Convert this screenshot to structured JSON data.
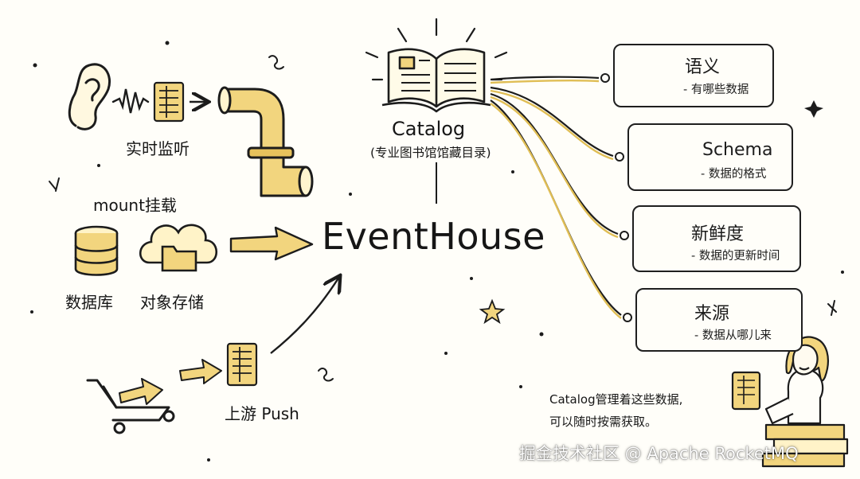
{
  "center": {
    "title": "EventHouse"
  },
  "catalog": {
    "title": "Catalog",
    "subtitle": "(专业图书馆馆藏目录)"
  },
  "sources": {
    "listen": "实时监听",
    "mount": "mount挂载",
    "database": "数据库",
    "object_storage": "对象存储",
    "push": "上游 Push"
  },
  "tags": [
    {
      "title": "语义",
      "desc": "- 有哪些数据",
      "icon": "book-magnifier-icon"
    },
    {
      "title": "Schema",
      "desc": "- 数据的格式",
      "icon": "table-schema-icon"
    },
    {
      "title": "新鲜度",
      "desc": "- 数据的更新时间",
      "icon": "clock-calendar-icon"
    },
    {
      "title": "来源",
      "desc": "- 数据从哪儿来",
      "icon": "faucet-arrow-icon"
    }
  ],
  "note": {
    "line1": "Catalog管理着这些数据,",
    "line2": "可以随时按需获取。"
  },
  "watermark": "掘金技术社区 @ Apache RocketMQ",
  "colors": {
    "accent_fill": "#f2d57e",
    "accent_stroke": "#d9b54a",
    "ink": "#1c1c1c"
  }
}
